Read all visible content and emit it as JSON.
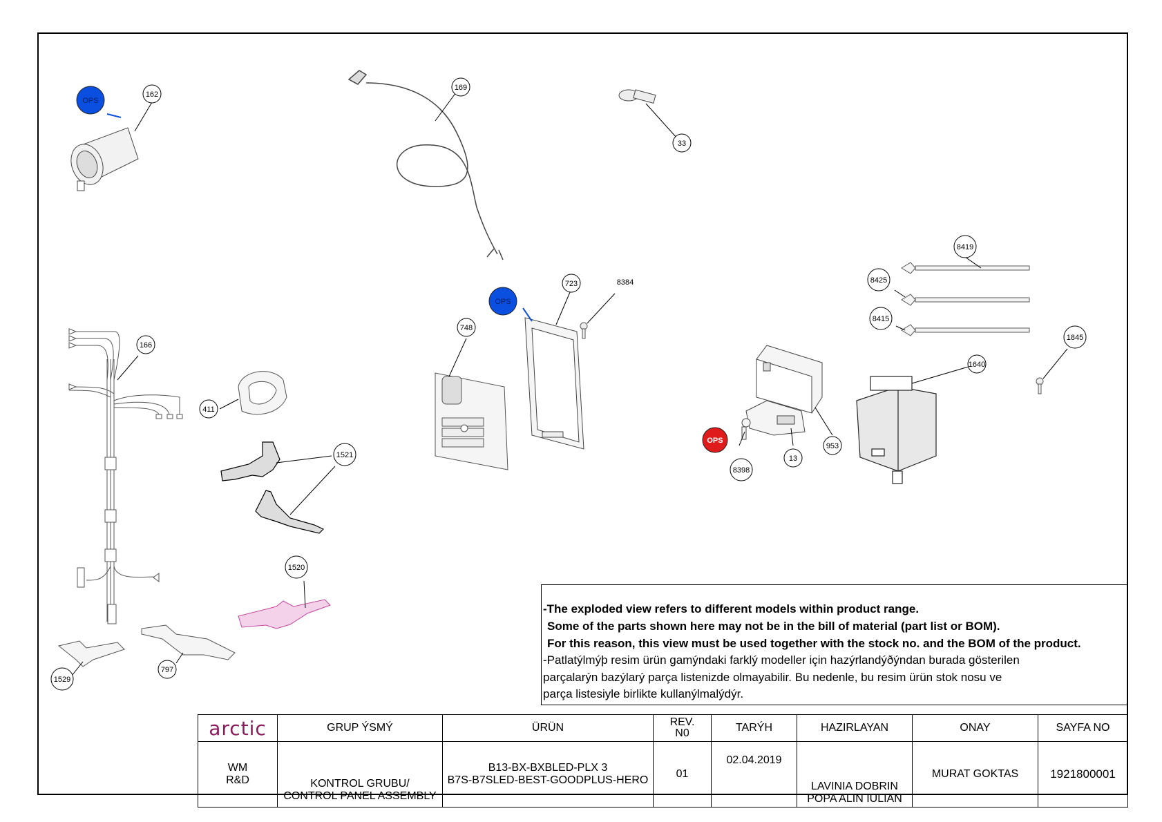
{
  "callouts": [
    "162",
    "169",
    "33",
    "166",
    "411",
    "1521",
    "1520",
    "1529",
    "797",
    "748",
    "723",
    "8384",
    "8419",
    "8425",
    "8415",
    "1845",
    "1640",
    "953",
    "13",
    "8398"
  ],
  "ops_badges": [
    {
      "label": "OPS",
      "color": "#0a4fe0"
    },
    {
      "label": "OPS",
      "color": "#0a4fe0"
    },
    {
      "label": "OPS",
      "color": "#e01b1b"
    }
  ],
  "notes": {
    "en_line1": "-The exploded view refers to different models within product range.",
    "en_line2": "Some of the parts shown here may not be in the bill of material (part list or BOM).",
    "en_line3": "For this reason, this view must be used together with the stock no. and the BOM of the product.",
    "tr_line1": "-Patlatýlmýþ resim ürün gamýndaki farklý modeller için hazýrlandýðýndan burada gösterilen",
    "tr_line2": "parçalarýn bazýlarý parça listenizde olmayabilir. Bu nedenle, bu resim ürün stok nosu ve",
    "tr_line3": "parça listesiyle birlikte kullanýlmalýdýr."
  },
  "title_block": {
    "logo": "arctic",
    "headers": {
      "group": "GRUP ÝSMÝ",
      "product": "ÜRÜN",
      "rev": "REV. N0",
      "date": "TARÝH",
      "prepared": "HAZIRLAYAN",
      "approval": "ONAY",
      "page": "SAYFA NO"
    },
    "values": {
      "dept_line1": "WM",
      "dept_line2": "R&D",
      "group_line1": "KONTROL GRUBU/",
      "group_line2": "CONTROL PANEL ASSEMBLY",
      "product_line1": "B13-BX-BXBLED-PLX 3",
      "product_line2": "B7S-B7SLED-BEST-GOODPLUS-HERO",
      "rev": "01",
      "date": "02.04.2019",
      "prepared_line1": "LAVINIA DOBRIN",
      "prepared_line2": "POPA ALIN IULIAN",
      "approval": "MURAT GOKTAS",
      "page": "1921800001"
    }
  }
}
